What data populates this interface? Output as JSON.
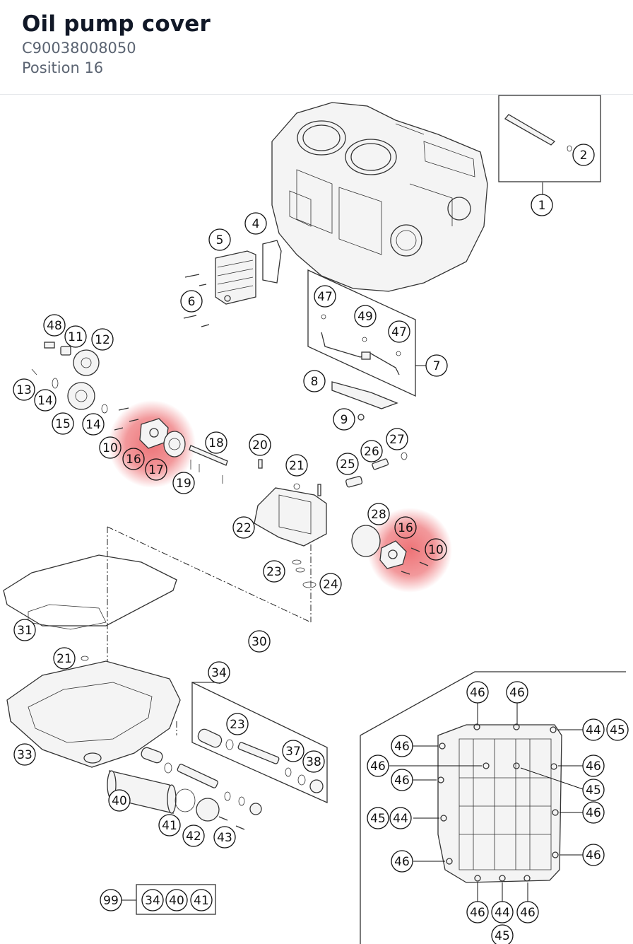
{
  "header": {
    "title": "Oil pump cover",
    "part_number": "C90038008050",
    "position": "Position 16"
  },
  "colors": {
    "highlight": "#e8454a",
    "line": "#333333"
  },
  "callouts": [
    {
      "id": "c1",
      "label": "1"
    },
    {
      "id": "c2",
      "label": "2"
    },
    {
      "id": "c4",
      "label": "4"
    },
    {
      "id": "c5",
      "label": "5"
    },
    {
      "id": "c6",
      "label": "6"
    },
    {
      "id": "c7",
      "label": "7"
    },
    {
      "id": "c8",
      "label": "8"
    },
    {
      "id": "c9",
      "label": "9"
    },
    {
      "id": "c10a",
      "label": "10"
    },
    {
      "id": "c10b",
      "label": "10"
    },
    {
      "id": "c11",
      "label": "11"
    },
    {
      "id": "c12",
      "label": "12"
    },
    {
      "id": "c13",
      "label": "13"
    },
    {
      "id": "c14a",
      "label": "14"
    },
    {
      "id": "c14b",
      "label": "14"
    },
    {
      "id": "c15",
      "label": "15"
    },
    {
      "id": "c16a",
      "label": "16"
    },
    {
      "id": "c16b",
      "label": "16"
    },
    {
      "id": "c17",
      "label": "17"
    },
    {
      "id": "c18",
      "label": "18"
    },
    {
      "id": "c19",
      "label": "19"
    },
    {
      "id": "c20",
      "label": "20"
    },
    {
      "id": "c21a",
      "label": "21"
    },
    {
      "id": "c21b",
      "label": "21"
    },
    {
      "id": "c22",
      "label": "22"
    },
    {
      "id": "c23a",
      "label": "23"
    },
    {
      "id": "c23b",
      "label": "23"
    },
    {
      "id": "c24",
      "label": "24"
    },
    {
      "id": "c25",
      "label": "25"
    },
    {
      "id": "c26",
      "label": "26"
    },
    {
      "id": "c27",
      "label": "27"
    },
    {
      "id": "c28",
      "label": "28"
    },
    {
      "id": "c30",
      "label": "30"
    },
    {
      "id": "c31",
      "label": "31"
    },
    {
      "id": "c33",
      "label": "33"
    },
    {
      "id": "c34a",
      "label": "34"
    },
    {
      "id": "c34b",
      "label": "34"
    },
    {
      "id": "c37",
      "label": "37"
    },
    {
      "id": "c38",
      "label": "38"
    },
    {
      "id": "c40a",
      "label": "40"
    },
    {
      "id": "c40b",
      "label": "40"
    },
    {
      "id": "c41a",
      "label": "41"
    },
    {
      "id": "c41b",
      "label": "41"
    },
    {
      "id": "c42",
      "label": "42"
    },
    {
      "id": "c43",
      "label": "43"
    },
    {
      "id": "c44a",
      "label": "44"
    },
    {
      "id": "c44b",
      "label": "44"
    },
    {
      "id": "c44c",
      "label": "44"
    },
    {
      "id": "c45a",
      "label": "45"
    },
    {
      "id": "c45b",
      "label": "45"
    },
    {
      "id": "c45c",
      "label": "45"
    },
    {
      "id": "c45d",
      "label": "45"
    },
    {
      "id": "c46a",
      "label": "46"
    },
    {
      "id": "c46b",
      "label": "46"
    },
    {
      "id": "c46c",
      "label": "46"
    },
    {
      "id": "c46d",
      "label": "46"
    },
    {
      "id": "c46e",
      "label": "46"
    },
    {
      "id": "c46f",
      "label": "46"
    },
    {
      "id": "c46g",
      "label": "46"
    },
    {
      "id": "c46h",
      "label": "46"
    },
    {
      "id": "c46i",
      "label": "46"
    },
    {
      "id": "c46j",
      "label": "46"
    },
    {
      "id": "c46k",
      "label": "46"
    },
    {
      "id": "c47a",
      "label": "47"
    },
    {
      "id": "c47b",
      "label": "47"
    },
    {
      "id": "c48",
      "label": "48"
    },
    {
      "id": "c49",
      "label": "49"
    },
    {
      "id": "c99",
      "label": "99"
    }
  ]
}
